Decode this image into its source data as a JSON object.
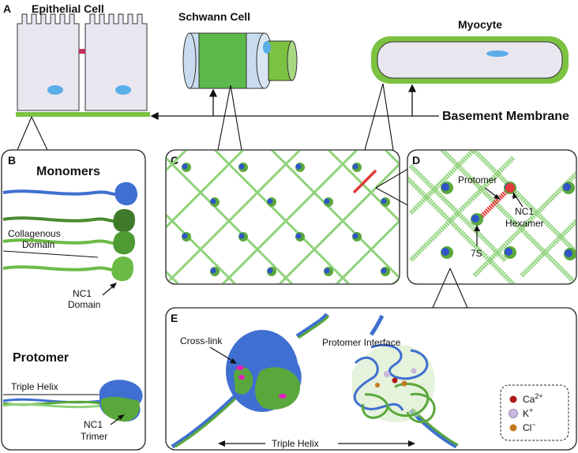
{
  "panels": {
    "a": "A",
    "b": "B",
    "c": "C",
    "d": "D",
    "e": "E"
  },
  "cells": {
    "epithelial": "Epithelial Cell",
    "schwann": "Schwann Cell",
    "myocyte": "Myocyte",
    "basement_membrane": "Basement Membrane"
  },
  "panel_b": {
    "monomers": "Monomers",
    "collagenous_domain_1": "Collagenous",
    "collagenous_domain_2": "Domain",
    "nc1_domain_1": "NC1",
    "nc1_domain_2": "Domain",
    "protomer": "Protomer",
    "triple_helix": "Triple Helix",
    "nc1_trimer_1": "NC1",
    "nc1_trimer_2": "Trimer"
  },
  "panel_d": {
    "protomer": "Protomer",
    "nc1_hexamer_1": "NC1",
    "nc1_hexamer_2": "Hexamer",
    "seven_s": "7S"
  },
  "panel_e": {
    "cross_link": "Cross-link",
    "protomer_interface": "Protomer Interface",
    "triple_helix": "Triple Helix"
  },
  "legend": {
    "ca": "Ca",
    "ca_sup": "2+",
    "k": "K",
    "k_sup": "+",
    "cl": "Cl",
    "cl_sup": "−"
  },
  "colors": {
    "membrane_green": "#7cc242",
    "cell_fill": "#e9e6f0",
    "nucleus_blue": "#5aaee8",
    "schwann_green": "#5cb84a",
    "schwann_light": "#c9dcef",
    "lattice_green": "#8fd27a",
    "node_blue": "#2f55c8",
    "protein_blue": "#3f6fd0",
    "protein_green": "#5aa83c",
    "crosslink_magenta": "#e020c0",
    "highlight_red": "#e03a3a",
    "ion_ca": "#b01818",
    "ion_k": "#c8b8dc",
    "ion_cl": "#c27a20"
  }
}
